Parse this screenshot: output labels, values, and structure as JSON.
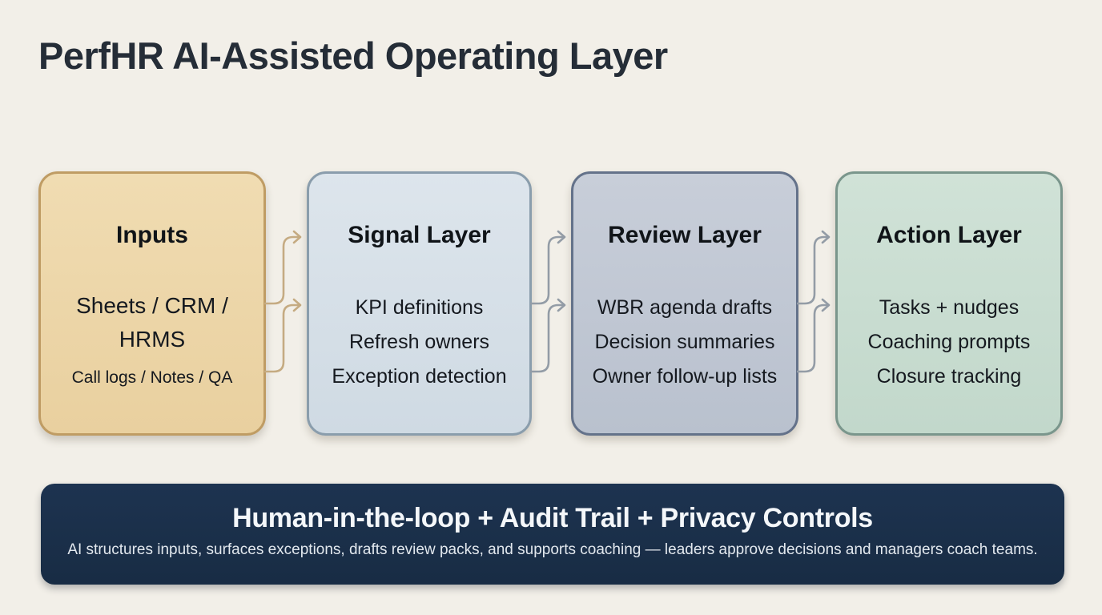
{
  "page": {
    "title": "PerfHR AI-Assisted Operating Layer"
  },
  "flow": {
    "boxes": [
      {
        "title": "Inputs",
        "main": "Sheets / CRM / HRMS",
        "small": "Call logs / Notes / QA",
        "fill": "#ecd4a8",
        "border": "#bf9c64"
      },
      {
        "title": "Signal Layer",
        "lines": [
          "KPI definitions",
          "Refresh owners",
          "Exception detection"
        ],
        "fill": "#d6dfe8",
        "border": "#8a9dac"
      },
      {
        "title": "Review Layer",
        "lines": [
          "WBR agenda drafts",
          "Decision summaries",
          "Owner follow-up lists"
        ],
        "fill": "#c0c7d3",
        "border": "#64728a"
      },
      {
        "title": "Action Layer",
        "lines": [
          "Tasks + nudges",
          "Coaching prompts",
          "Closure tracking"
        ],
        "fill": "#c9ddd1",
        "border": "#7a968c"
      }
    ],
    "arrow_colors": {
      "inputs_to_signal": "#c5ab82",
      "signal_to_review": "#939ca6",
      "review_to_action": "#939ca6"
    }
  },
  "banner": {
    "title": "Human-in-the-loop + Audit Trail + Privacy Controls",
    "subtitle": "AI structures inputs, surfaces exceptions, drafts review packs, and supports coaching — leaders approve decisions and managers coach teams.",
    "background": "#1b2f49"
  },
  "palette": {
    "page_background": "#f2efe8",
    "title_color": "#252d37",
    "text_color": "#13181e"
  }
}
